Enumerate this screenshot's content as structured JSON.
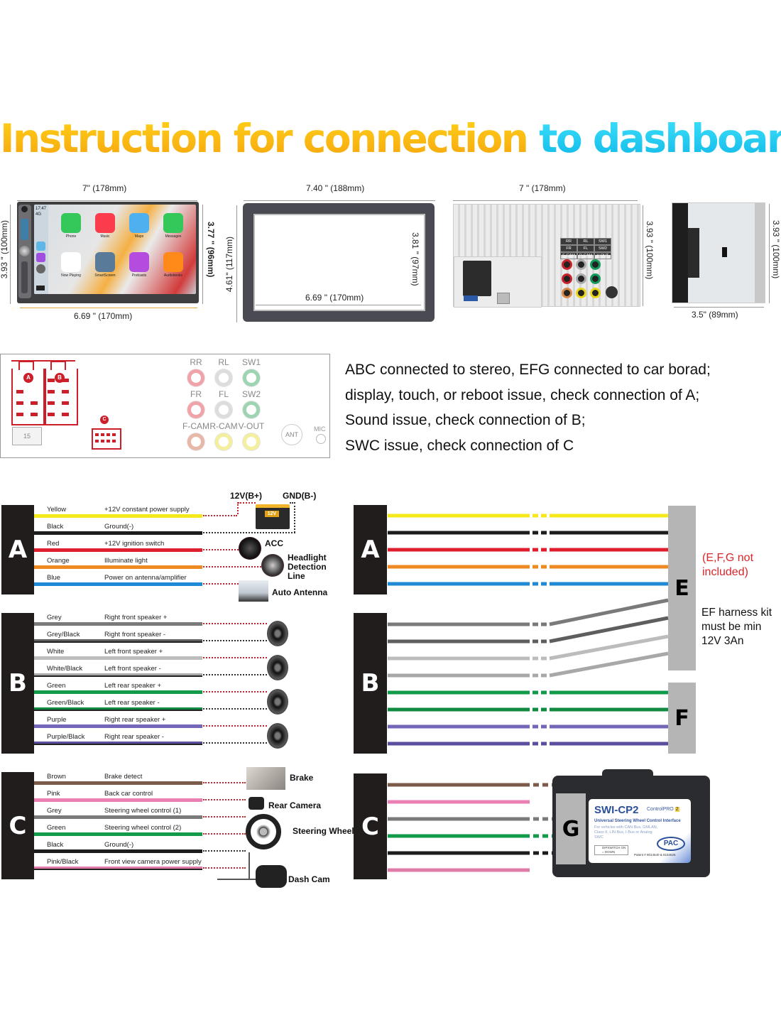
{
  "title": {
    "part1": "Instruction for connection ",
    "part2": "to dashboard",
    "color1": "#f8b90f",
    "color2": "#1ccbf2"
  },
  "dimensions": {
    "front": {
      "width_top": "7\" (178mm)",
      "height_left": "3.93 \" (100mm)",
      "height_right": "3.77 \" (96mm)",
      "width_bottom": "6.69 \" (170mm)"
    },
    "frame": {
      "width_top": "7.40 \" (188mm)",
      "height_left": "4.61\" (117mm)",
      "height_inner": "3.81 \" (97mm)",
      "width_inner": "6.69 \" (170mm)"
    },
    "back": {
      "width_top": "7 \" (178mm)",
      "height_right": "3.93 \" (100mm)"
    },
    "side": {
      "height_right": "3.93 \" (100mm)",
      "depth_bottom": "3.5\" (89mm)"
    }
  },
  "screen": {
    "time": "17:47",
    "signal": "4G",
    "apps": [
      "Phone",
      "Music",
      "Maps",
      "Messages",
      "Now Playing",
      "SmartScreen",
      "Podcasts",
      "Audiobooks"
    ]
  },
  "back_panel_labels": [
    "RR",
    "RL",
    "SW1",
    "FR",
    "FL",
    "SW2",
    "F-CAM",
    "R-CAM",
    "V-OUT"
  ],
  "port_panel": {
    "connectors": [
      "A",
      "B",
      "C"
    ],
    "fuse": "15",
    "jacks": [
      {
        "label": "RR",
        "color": "#f0a3a8"
      },
      {
        "label": "RL",
        "color": "#ffffff"
      },
      {
        "label": "SW1",
        "color": "#9fd4b3"
      },
      {
        "label": "FR",
        "color": "#f0a3a8"
      },
      {
        "label": "FL",
        "color": "#ffffff"
      },
      {
        "label": "SW2",
        "color": "#9fd4b3"
      },
      {
        "label": "F-CAM",
        "color": "#e9b7a8"
      },
      {
        "label": "R-CAM",
        "color": "#f4ef9c"
      },
      {
        "label": "V-OUT",
        "color": "#f4ef9c"
      }
    ],
    "ant": "ANT",
    "mic": "MIC"
  },
  "instructions": [
    "ABC connected to stereo, EFG connected to car borad;",
    "display, touch, or reboot issue, check connection of A;",
    "Sound issue, check connection of B;",
    "SWC issue, check connection of C"
  ],
  "harness_A": {
    "label": "A",
    "wires": [
      {
        "color_name": "Yellow",
        "function": "+12V constant power supply",
        "color": "#f5e81b"
      },
      {
        "color_name": "Black",
        "function": "Ground(-)",
        "color": "#1c1c1c"
      },
      {
        "color_name": "Red",
        "function": "+12V ignition switch",
        "color": "#df1f2d"
      },
      {
        "color_name": "Orange",
        "function": "Illuminate light",
        "color": "#ef8a22"
      },
      {
        "color_name": "Blue",
        "function": "Power on antenna/amplifier",
        "color": "#1e8ad6"
      }
    ],
    "devices": {
      "battery_pos": "12V(B+)",
      "battery_neg": "GND(B-)",
      "battery_badge": "12V",
      "acc": "ACC",
      "headlight": "Headlight Detection Line",
      "antenna": "Auto Antenna"
    }
  },
  "harness_B": {
    "label": "B",
    "wires": [
      {
        "color_name": "Grey",
        "function": "Right front speaker +",
        "color": "#7a7a7a"
      },
      {
        "color_name": "Grey/Black",
        "function": "Right front speaker -",
        "color": "#5e5e5e"
      },
      {
        "color_name": "White",
        "function": "Left front speaker +",
        "color": "#bcbcbc"
      },
      {
        "color_name": "White/Black",
        "function": "Left front speaker -",
        "color": "#a8a8a8"
      },
      {
        "color_name": "Green",
        "function": "Left rear speaker +",
        "color": "#129a4b"
      },
      {
        "color_name": "Green/Black",
        "function": "Left rear speaker -",
        "color": "#0f8a40"
      },
      {
        "color_name": "Purple",
        "function": "Right rear speaker +",
        "color": "#7466b8"
      },
      {
        "color_name": "Purple/Black",
        "function": "Right rear speaker -",
        "color": "#5a4f9e"
      }
    ]
  },
  "harness_C": {
    "label": "C",
    "wires": [
      {
        "color_name": "Brown",
        "function": "Brake detect",
        "color": "#7c5a4a"
      },
      {
        "color_name": "Pink",
        "function": "Back car control",
        "color": "#ea7fb4"
      },
      {
        "color_name": "Grey",
        "function": "Steering wheel control (1)",
        "color": "#7a7a7a"
      },
      {
        "color_name": "Green",
        "function": "Steering wheel control (2)",
        "color": "#129a4b"
      },
      {
        "color_name": "Black",
        "function": "Ground(-)",
        "color": "#1c1c1c"
      },
      {
        "color_name": "Pink/Black",
        "function": "Front view camera power supply",
        "color": "#e07aa8"
      }
    ],
    "devices": {
      "brake": "Brake",
      "rear_camera": "Rear Camera",
      "steering": "Steering Wheel",
      "dash_cam": "Dash Cam"
    }
  },
  "right_side": {
    "connector_E": "E",
    "connector_F": "F",
    "connector_G": "G",
    "note_red": "(E,F,G not included)",
    "note_red_color": "#d8262d",
    "note_kit": "EF harness kit must be min 12V 3An",
    "module": {
      "model": "SWI-CP2",
      "brand": "ControlPRO",
      "brand_num": "2",
      "subtitle": "Universal Steering Wheel Control Interface",
      "desc": "For vehicles with CAN Bus, GMLAN, Class II, LIN Bus, I-Bus or Analog SWC",
      "dip": "DIPSWITCH ON = DOWN",
      "logo": "PAC",
      "patent": "Patent # 8014540 & 8184525"
    }
  }
}
